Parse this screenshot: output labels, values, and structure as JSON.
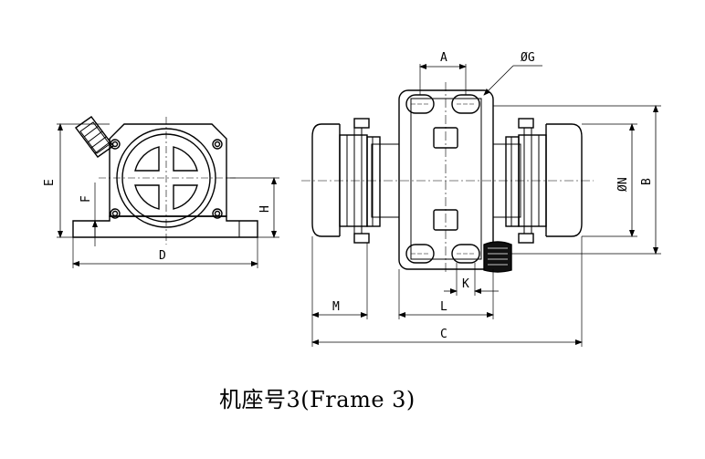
{
  "labels": {
    "A": "A",
    "G": "ØG",
    "E": "E",
    "F": "F",
    "H": "H",
    "D": "D",
    "N": "ØN",
    "B": "B",
    "K": "K",
    "L": "L",
    "M": "M",
    "C": "C"
  },
  "caption": "机座号3(Frame 3)",
  "colors": {
    "line": "#000000",
    "background": "#ffffff",
    "fill_dark": "#111111"
  }
}
